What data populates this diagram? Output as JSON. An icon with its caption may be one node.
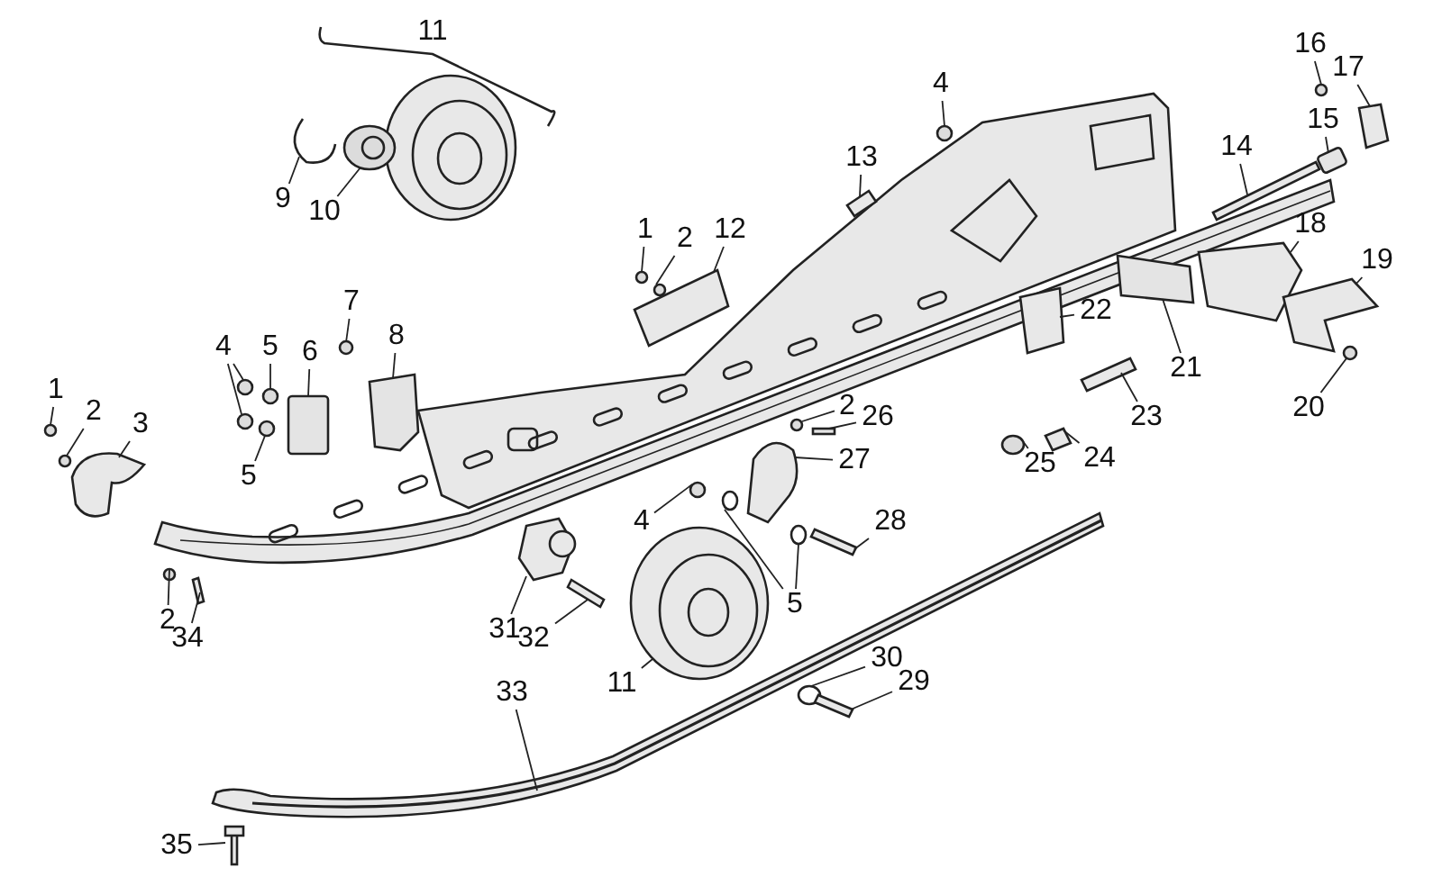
{
  "diagram": {
    "nodes": [
      {
        "text": [
          "9"
        ]
      },
      {
        "text": [
          "10"
        ]
      },
      {
        "text": [
          "1"
        ]
      },
      {
        "text": [
          "2"
        ]
      },
      {
        "text": [
          "12"
        ]
      },
      {
        "text": [
          "4"
        ]
      },
      {
        "text": [
          "13"
        ]
      },
      {
        "text": [
          "16"
        ]
      },
      {
        "text": [
          "17"
        ]
      },
      {
        "text": [
          "15"
        ]
      },
      {
        "text": [
          "14"
        ]
      },
      {
        "text": [
          "18"
        ]
      },
      {
        "text": [
          "19"
        ]
      },
      {
        "text": [
          "7"
        ]
      },
      {
        "text": [
          "8"
        ]
      },
      {
        "text": [
          "4"
        ]
      },
      {
        "text": [
          "5"
        ]
      },
      {
        "text": [
          "6"
        ]
      },
      {
        "text": [
          "22"
        ]
      },
      {
        "text": [
          "21"
        ]
      },
      {
        "text": [
          "1"
        ]
      },
      {
        "text": [
          "2"
        ]
      },
      {
        "text": [
          "3"
        ]
      },
      {
        "text": [
          "2"
        ]
      },
      {
        "text": [
          "26"
        ]
      },
      {
        "text": [
          "23"
        ]
      },
      {
        "text": [
          "20"
        ]
      },
      {
        "text": [
          "27"
        ]
      },
      {
        "text": [
          "25"
        ]
      },
      {
        "text": [
          "24"
        ]
      },
      {
        "text": [
          "5"
        ]
      },
      {
        "text": [
          "4"
        ]
      },
      {
        "text": [
          "28"
        ]
      },
      {
        "text": [
          "5"
        ]
      },
      {
        "text": [
          "2"
        ]
      },
      {
        "text": [
          "34"
        ]
      },
      {
        "text": [
          "31"
        ]
      },
      {
        "text": [
          "32"
        ]
      },
      {
        "text": [
          "11"
        ]
      },
      {
        "text": [
          "33"
        ]
      },
      {
        "text": [
          "30"
        ]
      },
      {
        "text": [
          "29"
        ]
      },
      {
        "text": [
          "35"
        ]
      },
      {
        "text": [],
        "shape": "picture"
      },
      {
        "text": [],
        "shape": "circle"
      },
      {
        "text": [],
        "shape": "circle"
      },
      {
        "text": [],
        "shape": "circle"
      },
      {
        "text": [],
        "shape": "picture"
      },
      {
        "text": [],
        "shape": "circle"
      },
      {
        "text": [],
        "shape": "picture"
      },
      {
        "text": [],
        "shape": "circle"
      },
      {
        "text": [],
        "shape": "picture"
      },
      {
        "text": [],
        "shape": "box"
      },
      {
        "text": [],
        "shape": "picture"
      },
      {
        "text": [],
        "shape": "picture"
      },
      {
        "text": [],
        "shape": "picture"
      },
      {
        "text": [],
        "shape": "circle"
      },
      {
        "text": [],
        "shape": "box"
      },
      {
        "text": [],
        "shape": "circle"
      },
      {
        "text": [],
        "shape": "circle"
      },
      {
        "text": [],
        "shape": "circle"
      },
      {
        "text": [],
        "shape": "box"
      },
      {
        "text": [],
        "shape": "picture"
      },
      {
        "text": [],
        "shape": "box"
      },
      {
        "text": [],
        "shape": "circle"
      },
      {
        "text": [],
        "shape": "circle"
      },
      {
        "text": [],
        "shape": "picture"
      },
      {
        "text": [],
        "shape": "circle"
      },
      {
        "text": [],
        "shape": "box"
      },
      {
        "text": [],
        "shape": "picture"
      },
      {
        "text": [],
        "shape": "circle"
      },
      {
        "text": [],
        "shape": "picture"
      },
      {
        "text": [],
        "shape": "circle"
      },
      {
        "text": [],
        "shape": "picture"
      },
      {
        "text": [],
        "shape": "circle"
      },
      {
        "text": [],
        "shape": "circle"
      },
      {
        "text": [],
        "shape": "picture"
      },
      {
        "text": [],
        "shape": "circle"
      },
      {
        "text": [],
        "shape": "circle"
      },
      {
        "text": [],
        "shape": "circle"
      },
      {
        "text": [],
        "shape": "picture"
      },
      {
        "text": [],
        "shape": "picture"
      },
      {
        "text": [],
        "shape": "picture"
      },
      {
        "text": [],
        "shape": "picture"
      },
      {
        "text": [],
        "shape": "picture"
      },
      {
        "text": [],
        "shape": "circle"
      },
      {
        "text": [],
        "shape": "picture"
      },
      {
        "text": [],
        "shape": "picture"
      }
    ],
    "edges": [
      {
        "from": 0,
        "to": 43,
        "arrow": "none"
      },
      {
        "from": 1,
        "to": 44,
        "arrow": "none"
      },
      {
        "from": 2,
        "to": 45,
        "arrow": "none"
      },
      {
        "from": 3,
        "to": 46,
        "arrow": "none"
      },
      {
        "from": 4,
        "to": 47,
        "arrow": "none"
      },
      {
        "from": 5,
        "to": 48,
        "arrow": "none"
      },
      {
        "from": 6,
        "to": 49,
        "arrow": "none"
      },
      {
        "from": 7,
        "to": 50,
        "arrow": "none"
      },
      {
        "from": 8,
        "to": 51,
        "arrow": "none"
      },
      {
        "from": 9,
        "to": 52,
        "arrow": "none"
      },
      {
        "from": 10,
        "to": 53,
        "arrow": "none"
      },
      {
        "from": 11,
        "to": 54,
        "arrow": "none"
      },
      {
        "from": 12,
        "to": 55,
        "arrow": "none"
      },
      {
        "from": 13,
        "to": 56,
        "arrow": "none"
      },
      {
        "from": 14,
        "to": 57,
        "arrow": "none"
      },
      {
        "from": 15,
        "to": 58,
        "arrow": "none"
      },
      {
        "from": 15,
        "to": 59,
        "arrow": "none"
      },
      {
        "from": 16,
        "to": 60,
        "arrow": "none"
      },
      {
        "from": 17,
        "to": 61,
        "arrow": "none"
      },
      {
        "from": 18,
        "to": 62,
        "arrow": "none"
      },
      {
        "from": 19,
        "to": 63,
        "arrow": "none"
      },
      {
        "from": 20,
        "to": 64,
        "arrow": "none"
      },
      {
        "from": 21,
        "to": 65,
        "arrow": "none"
      },
      {
        "from": 22,
        "to": 66,
        "arrow": "none"
      },
      {
        "from": 23,
        "to": 67,
        "arrow": "none"
      },
      {
        "from": 24,
        "to": 68,
        "arrow": "none"
      },
      {
        "from": 25,
        "to": 69,
        "arrow": "none"
      },
      {
        "from": 26,
        "to": 70,
        "arrow": "none"
      },
      {
        "from": 27,
        "to": 71,
        "arrow": "none"
      },
      {
        "from": 28,
        "to": 72,
        "arrow": "none"
      },
      {
        "from": 29,
        "to": 73,
        "arrow": "none"
      },
      {
        "from": 30,
        "to": 74,
        "arrow": "none"
      },
      {
        "from": 31,
        "to": 75,
        "arrow": "none"
      },
      {
        "from": 32,
        "to": 76,
        "arrow": "none"
      },
      {
        "from": 33,
        "to": 77,
        "arrow": "none"
      },
      {
        "from": 33,
        "to": 78,
        "arrow": "none"
      },
      {
        "from": 34,
        "to": 79,
        "arrow": "none"
      },
      {
        "from": 35,
        "to": 80,
        "arrow": "none"
      },
      {
        "from": 36,
        "to": 81,
        "arrow": "none"
      },
      {
        "from": 37,
        "to": 82,
        "arrow": "none"
      },
      {
        "from": 38,
        "to": 83,
        "arrow": "none"
      },
      {
        "from": 39,
        "to": 84,
        "arrow": "none"
      },
      {
        "from": 40,
        "to": 85,
        "arrow": "none"
      },
      {
        "from": 41,
        "to": 86,
        "arrow": "none"
      },
      {
        "from": 42,
        "to": 87,
        "arrow": "none"
      }
    ],
    "labels": [
      "11"
    ]
  }
}
